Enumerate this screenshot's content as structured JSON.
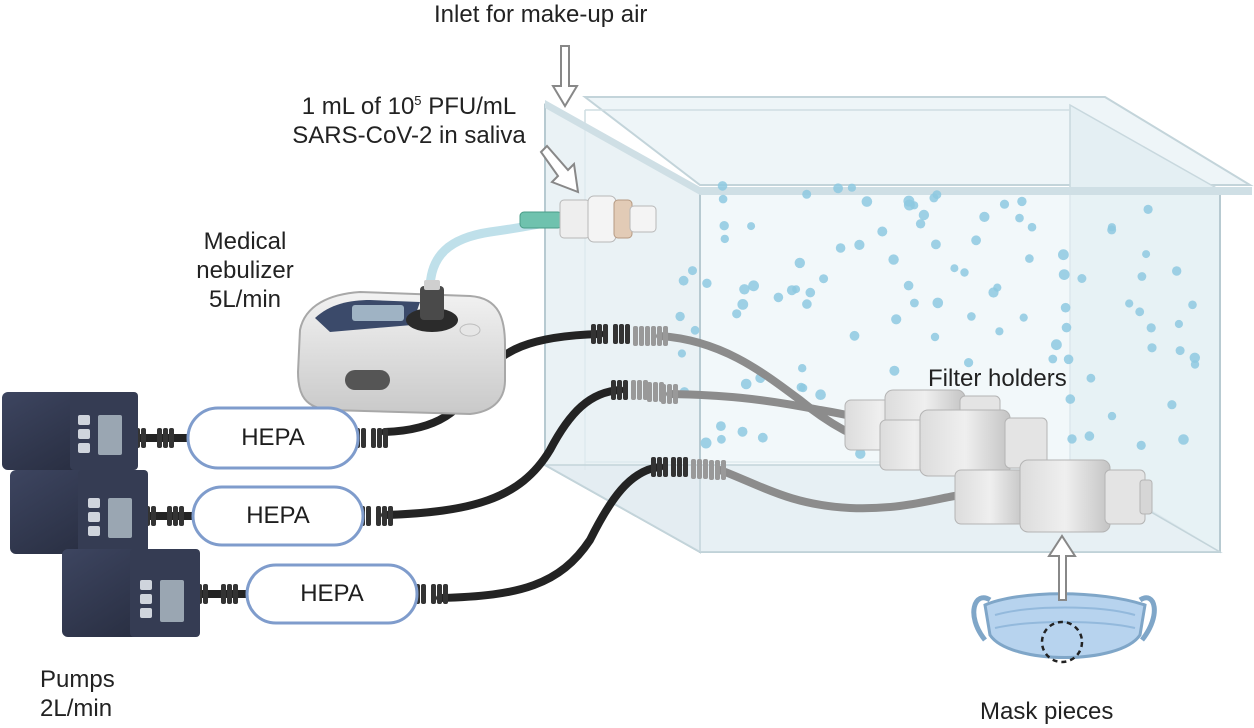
{
  "labels": {
    "inlet": "Inlet for make-up air",
    "sample_line1_prefix": "1 mL of 10",
    "sample_line1_exp": "5",
    "sample_line1_suffix": " PFU/mL",
    "sample_line2": "SARS-CoV-2 in saliva",
    "nebulizer_line1": "Medical",
    "nebulizer_line2": "nebulizer",
    "nebulizer_line3": "5L/min",
    "filter_holders": "Filter holders",
    "pumps_line1": "Pumps",
    "pumps_line2": "2L/min",
    "mask_pieces": "Mask pieces"
  },
  "hepa_filters": [
    {
      "label": "HEPA"
    },
    {
      "label": "HEPA"
    },
    {
      "label": "HEPA"
    }
  ],
  "colors": {
    "chamber_edge": "#c3d4da",
    "chamber_fill": "#eaf3f6",
    "droplet": "#8ec9e0",
    "hose_dark": "#232323",
    "hose_grey": "#8c8c8c",
    "hepa_outline": "#7f9ccc",
    "pump_body": "#2e3448",
    "mask": "#b7d3ee",
    "arrow": "#888888"
  }
}
